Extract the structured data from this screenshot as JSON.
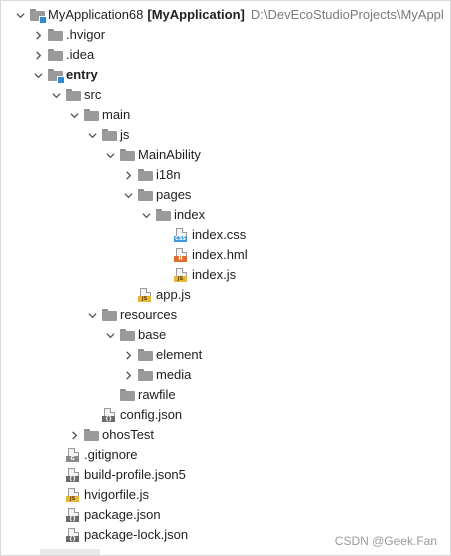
{
  "project": {
    "name": "MyApplication68",
    "module": "[MyApplication]",
    "path": "D:\\DevEcoStudioProjects\\MyAppl"
  },
  "tree": [
    {
      "label": "MyApplication68",
      "level": 0,
      "type": "project",
      "expanded": true
    },
    {
      "label": ".hvigor",
      "level": 1,
      "type": "folder",
      "expanded": false
    },
    {
      "label": ".idea",
      "level": 1,
      "type": "folder",
      "expanded": false
    },
    {
      "label": "entry",
      "level": 1,
      "type": "module",
      "expanded": true,
      "bold": true
    },
    {
      "label": "src",
      "level": 2,
      "type": "folder",
      "expanded": true
    },
    {
      "label": "main",
      "level": 3,
      "type": "folder",
      "expanded": true
    },
    {
      "label": "js",
      "level": 4,
      "type": "folder",
      "expanded": true
    },
    {
      "label": "MainAbility",
      "level": 5,
      "type": "folder",
      "expanded": true
    },
    {
      "label": "i18n",
      "level": 6,
      "type": "folder",
      "expanded": false
    },
    {
      "label": "pages",
      "level": 6,
      "type": "folder",
      "expanded": true
    },
    {
      "label": "index",
      "level": 7,
      "type": "folder",
      "expanded": true
    },
    {
      "label": "index.css",
      "level": 8,
      "type": "file",
      "badge": "css",
      "badge_text": "CSS"
    },
    {
      "label": "index.hml",
      "level": 8,
      "type": "file",
      "badge": "html",
      "badge_text": "H"
    },
    {
      "label": "index.js",
      "level": 8,
      "type": "file",
      "badge": "js",
      "badge_text": "JS"
    },
    {
      "label": "app.js",
      "level": 6,
      "type": "file",
      "badge": "js",
      "badge_text": "JS"
    },
    {
      "label": "resources",
      "level": 4,
      "type": "folder",
      "expanded": true
    },
    {
      "label": "base",
      "level": 5,
      "type": "folder",
      "expanded": true
    },
    {
      "label": "element",
      "level": 6,
      "type": "folder",
      "expanded": false
    },
    {
      "label": "media",
      "level": 6,
      "type": "folder",
      "expanded": false
    },
    {
      "label": "rawfile",
      "level": 5,
      "type": "folder",
      "expanded": null
    },
    {
      "label": "config.json",
      "level": 4,
      "type": "file",
      "badge": "json",
      "badge_text": "{}"
    },
    {
      "label": "ohosTest",
      "level": 3,
      "type": "folder",
      "expanded": false
    },
    {
      "label": ".gitignore",
      "level": 2,
      "type": "file",
      "badge": "ignore",
      "badge_text": "G"
    },
    {
      "label": "build-profile.json5",
      "level": 2,
      "type": "file",
      "badge": "json",
      "badge_text": "{}"
    },
    {
      "label": "hvigorfile.js",
      "level": 2,
      "type": "file",
      "badge": "js",
      "badge_text": "JS"
    },
    {
      "label": "package.json",
      "level": 2,
      "type": "file",
      "badge": "json",
      "badge_text": "{}"
    },
    {
      "label": "package-lock.json",
      "level": 2,
      "type": "file",
      "badge": "json",
      "badge_text": "{}"
    }
  ],
  "watermark": "CSDN @Geek.Fan",
  "colors": {
    "folder": "#9a9a9a",
    "module_marker": "#2c8ad8",
    "css_badge": "#3d9ad8",
    "html_badge": "#e06c2c",
    "js_badge": "#e8b63a"
  }
}
